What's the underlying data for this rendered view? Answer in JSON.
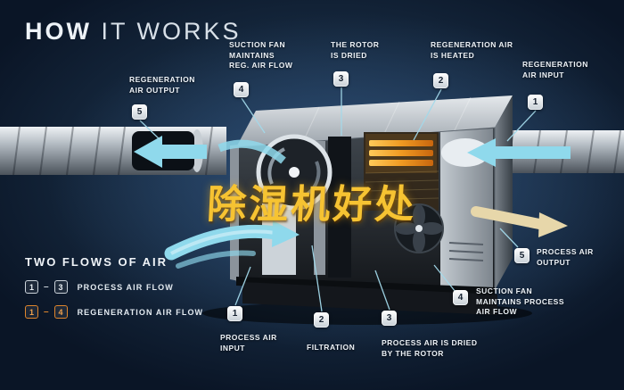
{
  "title": {
    "word1": "HOW",
    "word2": "IT WORKS"
  },
  "watermark": "除湿机好处",
  "callouts": [
    {
      "id": "regeneration-air-output",
      "num": "5",
      "label": "REGENERATION\nAIR OUTPUT"
    },
    {
      "id": "suction-fan-regeneration",
      "num": "4",
      "label": "SUCTION FAN\nMAINTAINS\nREG. AIR FLOW"
    },
    {
      "id": "rotor-is-dried",
      "num": "3",
      "label": "THE ROTOR\nIS DRIED"
    },
    {
      "id": "regeneration-air-heated",
      "num": "2",
      "label": "REGENERATION AIR\nIS HEATED"
    },
    {
      "id": "regeneration-air-input",
      "num": "1",
      "label": "REGENERATION\nAIR INPUT"
    },
    {
      "id": "process-air-output",
      "num": "5",
      "label": "PROCESS AIR\nOUTPUT"
    },
    {
      "id": "suction-fan-process",
      "num": "4",
      "label": "SUCTION FAN\nMAINTAINS PROCESS\nAIR FLOW"
    },
    {
      "id": "process-air-dried",
      "num": "3",
      "label": "PROCESS AIR IS DRIED\nBY THE ROTOR"
    },
    {
      "id": "filtration",
      "num": "2",
      "label": "FILTRATION"
    },
    {
      "id": "process-air-input",
      "num": "1",
      "label": "PROCESS AIR\nINPUT"
    }
  ],
  "legend": {
    "heading": "TWO FLOWS OF AIR",
    "rows": [
      {
        "from": "1",
        "dash": "–",
        "to": "3",
        "label": "PROCESS AIR FLOW",
        "style": "white"
      },
      {
        "from": "1",
        "dash": "–",
        "to": "4",
        "label": "REGENERATION AIR FLOW",
        "style": "orange"
      }
    ]
  },
  "colors": {
    "background": "#0a1526",
    "airflow_cyan": "#8fd9ec",
    "process_output_tan": "#e7d7aa",
    "heater_orange": "#f09a22",
    "watermark_yellow": "#f6c332",
    "badge_fill": "#ffffff",
    "text": "#edf2f7"
  }
}
